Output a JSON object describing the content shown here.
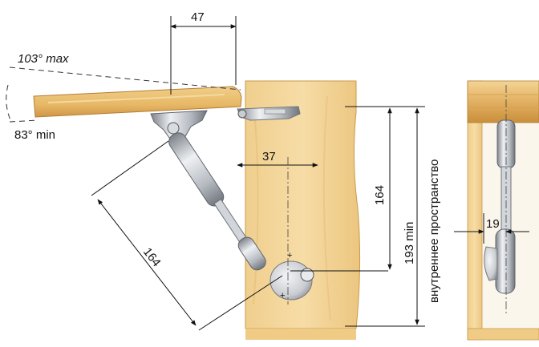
{
  "annotations": {
    "angle_max": "103° max",
    "angle_min": "83° min"
  },
  "dimensions": {
    "top_offset": "47",
    "mount_offset": "37",
    "strut_length": "164",
    "inner_height": "164",
    "min_height": "193 min",
    "inner_space": "внутреннее пространство",
    "side_offset": "19"
  },
  "colors": {
    "wood_light": "#f4d79c",
    "wood_mid": "#e9bd6b",
    "wood_dark": "#c98f3c",
    "metal_light": "#e4e6ea",
    "metal_mid": "#a9adb4",
    "metal_dark": "#6f747b",
    "line": "#111111"
  }
}
